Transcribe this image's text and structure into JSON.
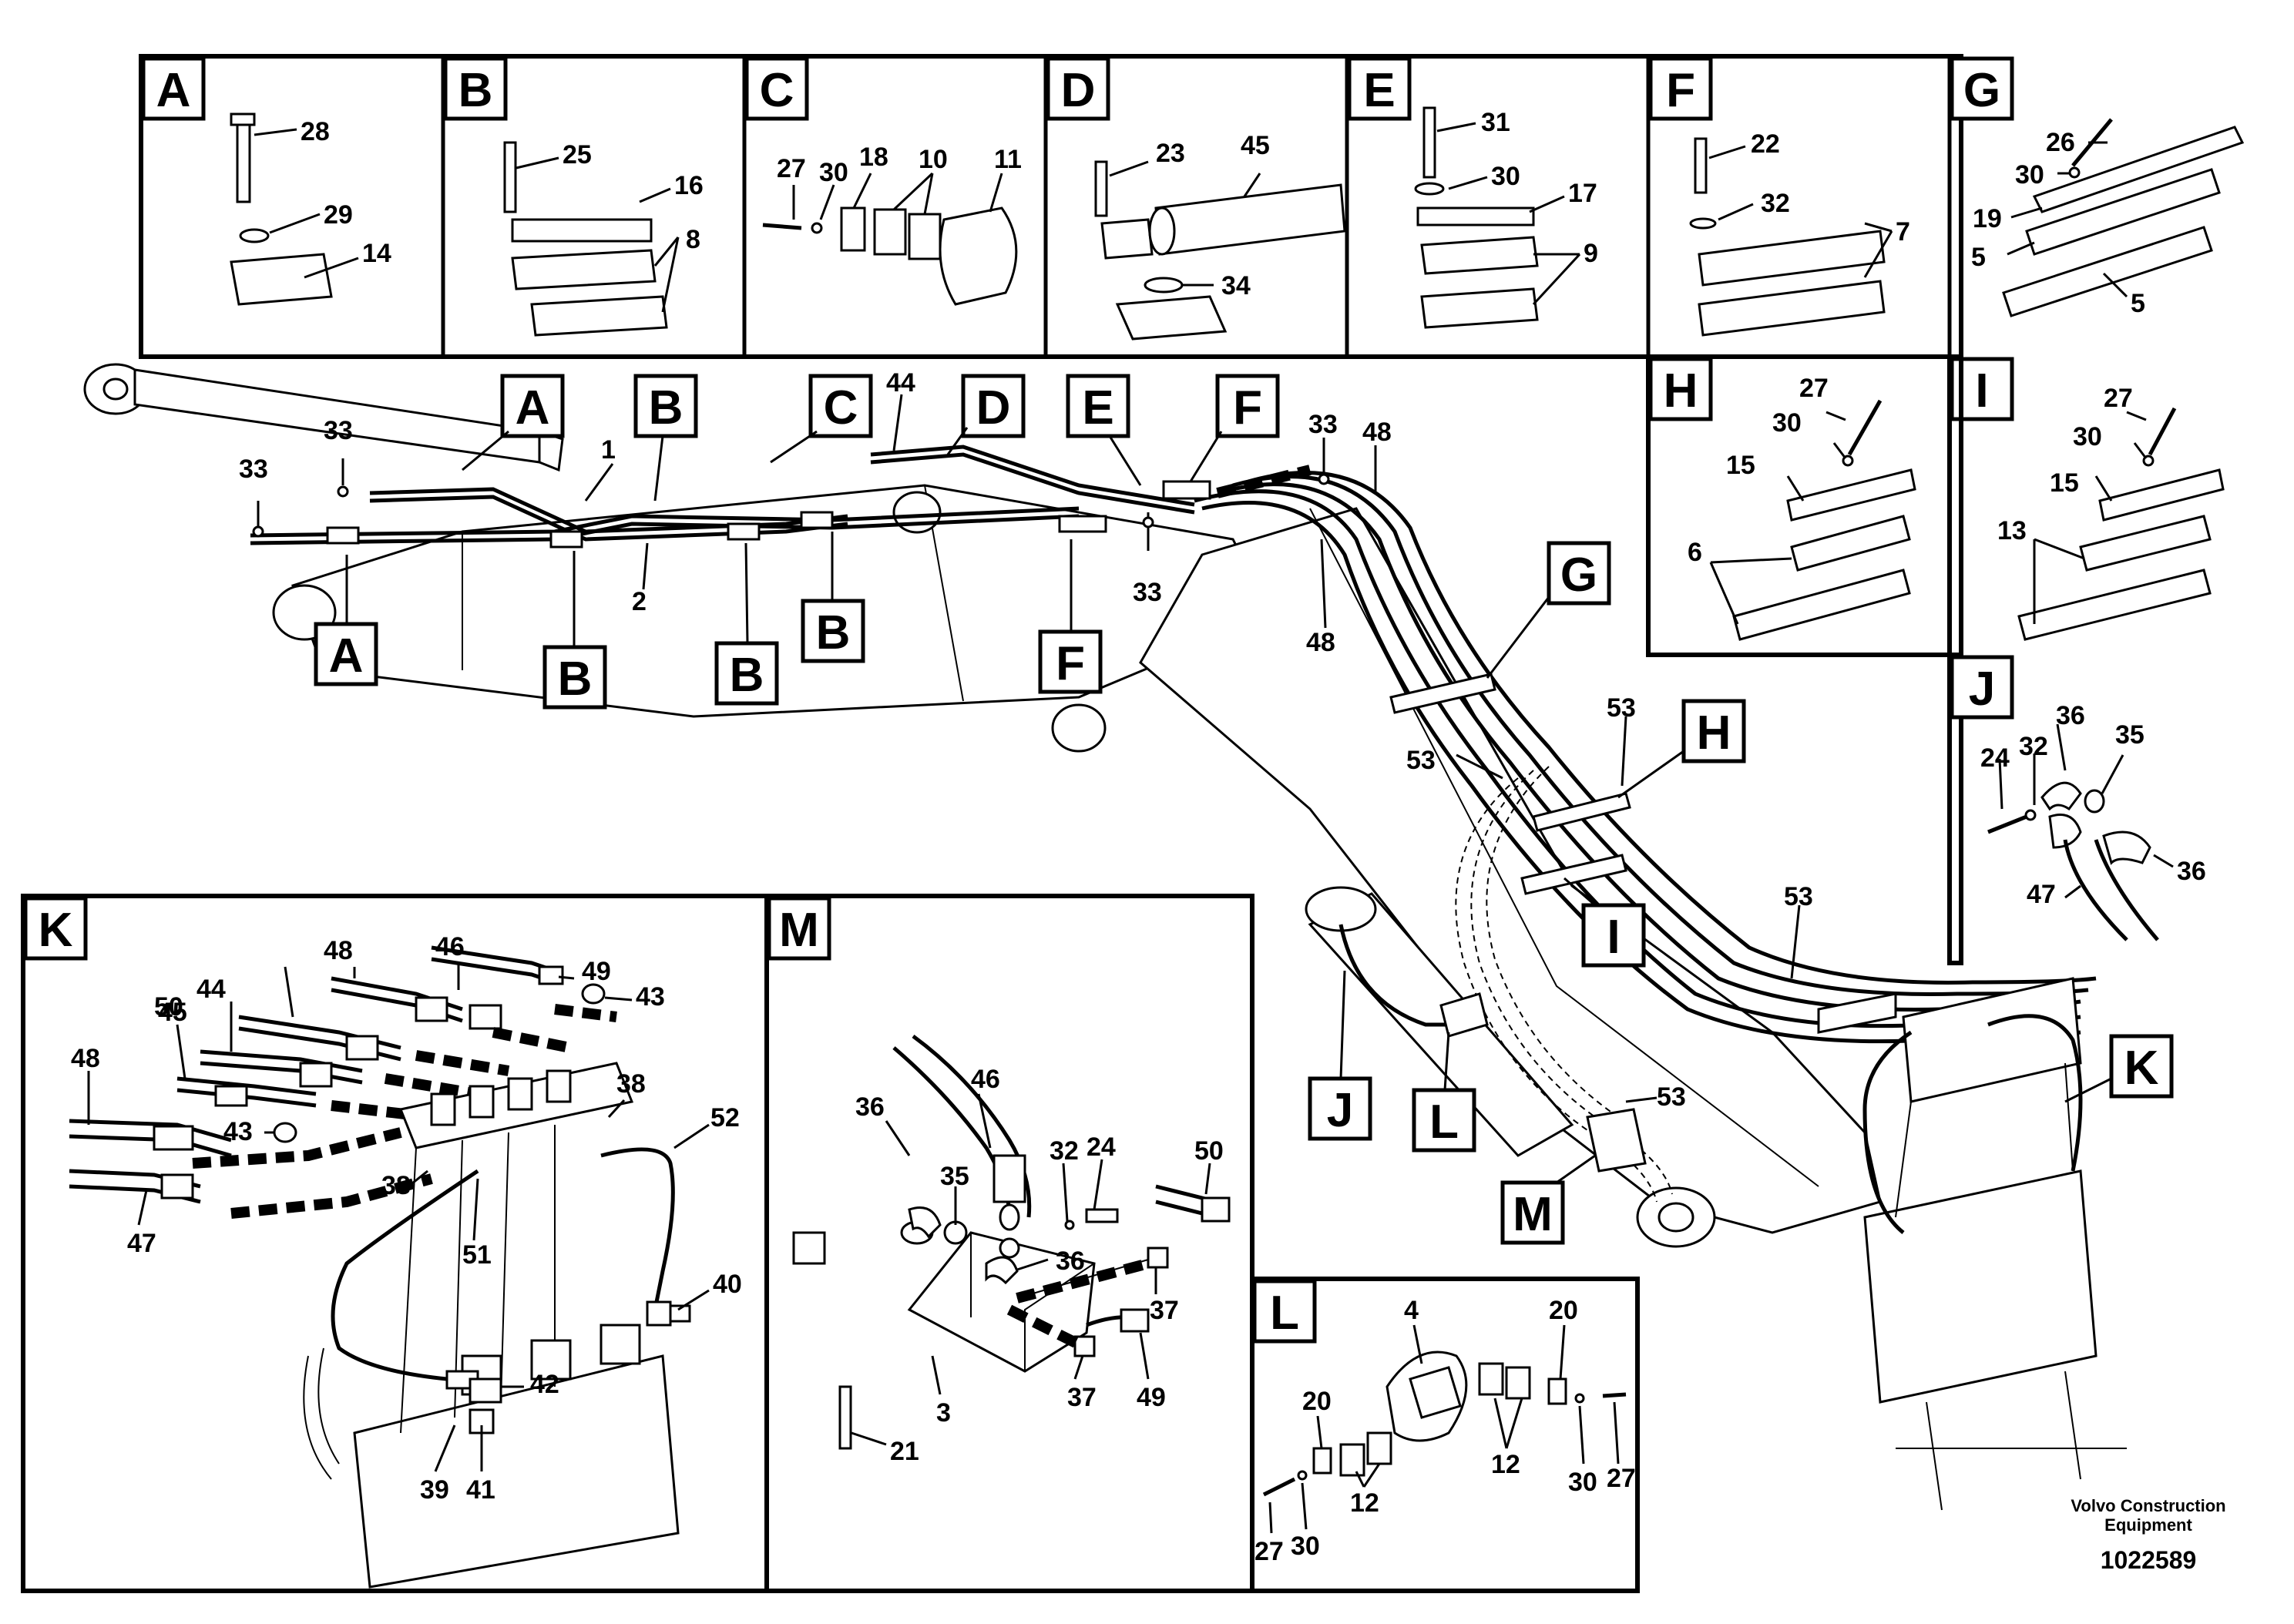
{
  "detail_panels": [
    {
      "letter": "A",
      "parts": [
        "28",
        "29",
        "14"
      ]
    },
    {
      "letter": "B",
      "parts": [
        "25",
        "16",
        "8"
      ]
    },
    {
      "letter": "C",
      "parts": [
        "27",
        "30",
        "18",
        "10",
        "11"
      ]
    },
    {
      "letter": "D",
      "parts": [
        "23",
        "45",
        "34"
      ]
    },
    {
      "letter": "E",
      "parts": [
        "31",
        "30",
        "17",
        "9"
      ]
    },
    {
      "letter": "F",
      "parts": [
        "22",
        "32",
        "7"
      ]
    },
    {
      "letter": "G",
      "parts": [
        "26",
        "30",
        "19",
        "5",
        "5"
      ]
    },
    {
      "letter": "H",
      "parts": [
        "27",
        "30",
        "15",
        "6"
      ]
    },
    {
      "letter": "I",
      "parts": [
        "27",
        "30",
        "15",
        "13"
      ]
    },
    {
      "letter": "J",
      "parts": [
        "36",
        "24",
        "32",
        "35",
        "36",
        "47"
      ]
    },
    {
      "letter": "K",
      "parts": [
        "45",
        "48",
        "46",
        "50",
        "44",
        "49",
        "43",
        "48",
        "38",
        "52",
        "43",
        "38",
        "47",
        "51",
        "40",
        "42",
        "39",
        "41"
      ]
    },
    {
      "letter": "M",
      "parts": [
        "46",
        "36",
        "35",
        "32",
        "24",
        "50",
        "36",
        "37",
        "3",
        "37",
        "49",
        "21"
      ]
    },
    {
      "letter": "L",
      "parts": [
        "4",
        "20",
        "20",
        "12",
        "12",
        "30",
        "27",
        "27",
        "30"
      ]
    }
  ],
  "main_view": {
    "callouts": [
      "A",
      "B",
      "C",
      "D",
      "E",
      "F",
      "A",
      "B",
      "B",
      "B",
      "F",
      "G",
      "H",
      "I",
      "J",
      "L",
      "M",
      "K"
    ],
    "parts": [
      "33",
      "33",
      "1",
      "2",
      "44",
      "33",
      "48",
      "33",
      "48",
      "53",
      "53",
      "53",
      "53"
    ]
  },
  "footer": {
    "maker_line1": "Volvo Construction",
    "maker_line2": "Equipment",
    "doc_number": "1022589"
  }
}
